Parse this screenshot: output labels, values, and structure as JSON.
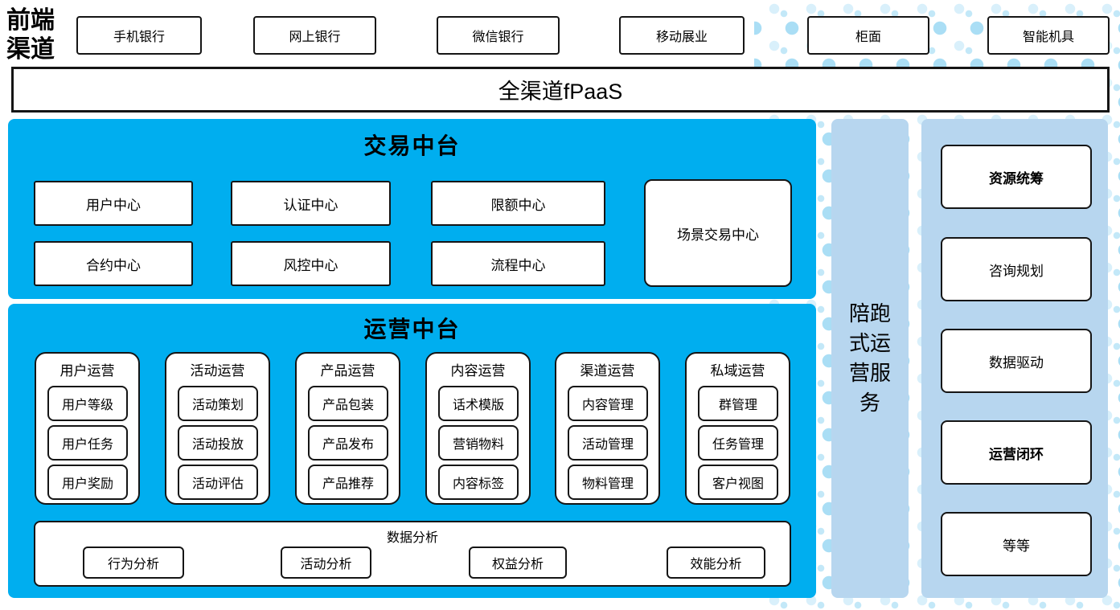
{
  "front_channels": {
    "label": "前端渠道",
    "items": [
      "手机银行",
      "网上银行",
      "微信银行",
      "移动展业",
      "柜面",
      "智能机具"
    ]
  },
  "fpaas": {
    "label": "全渠道fPaaS"
  },
  "trading": {
    "title": "交易中台",
    "boxes_row1": [
      "用户中心",
      "认证中心",
      "限额中心"
    ],
    "boxes_row2": [
      "合约中心",
      "风控中心",
      "流程中心"
    ],
    "tall_box": "场景交易中心"
  },
  "operations": {
    "title": "运营中台",
    "groups": [
      {
        "title": "用户运营",
        "items": [
          "用户等级",
          "用户任务",
          "用户奖励"
        ]
      },
      {
        "title": "活动运营",
        "items": [
          "活动策划",
          "活动投放",
          "活动评估"
        ]
      },
      {
        "title": "产品运营",
        "items": [
          "产品包装",
          "产品发布",
          "产品推荐"
        ]
      },
      {
        "title": "内容运营",
        "items": [
          "话术模版",
          "营销物料",
          "内容标签"
        ]
      },
      {
        "title": "渠道运营",
        "items": [
          "内容管理",
          "活动管理",
          "物料管理"
        ]
      },
      {
        "title": "私域运营",
        "items": [
          "群管理",
          "任务管理",
          "客户视图"
        ]
      }
    ],
    "analysis": {
      "title": "数据分析",
      "items": [
        "行为分析",
        "活动分析",
        "权益分析",
        "效能分析"
      ]
    }
  },
  "companion": {
    "label": "陪跑式运营服务"
  },
  "right_panel": {
    "items": [
      {
        "label": "资源统筹",
        "bold": true
      },
      {
        "label": "咨询规划",
        "bold": false
      },
      {
        "label": "数据驱动",
        "bold": false
      },
      {
        "label": "运营闭环",
        "bold": true
      },
      {
        "label": "等等",
        "bold": false
      }
    ]
  },
  "colors": {
    "accent_blue": "#00AEEF",
    "light_blue": "#B7D6EF",
    "dot_blue": "#AADEF5",
    "border": "#151515"
  }
}
